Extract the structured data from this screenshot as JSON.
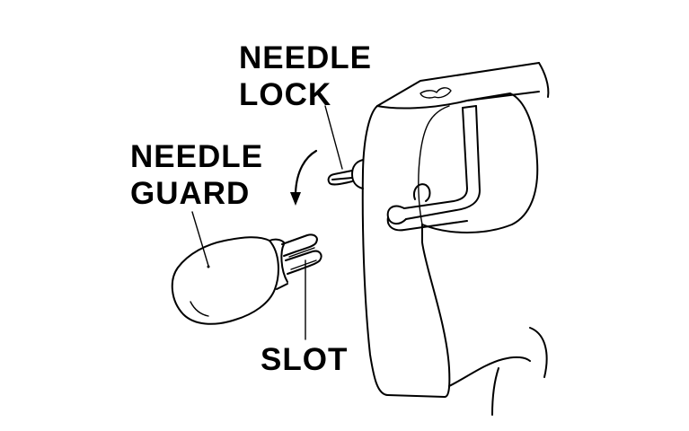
{
  "labels": {
    "needle_lock": [
      "NEEDLE",
      "LOCK"
    ],
    "needle_guard": [
      "NEEDLE",
      "GUARD"
    ],
    "slot": "SLOT"
  }
}
